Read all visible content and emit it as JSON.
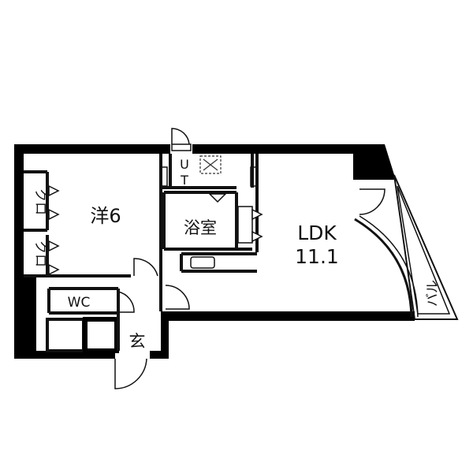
{
  "rooms": {
    "western": "洋6",
    "bath": "浴室",
    "ldk_name": "LDK",
    "ldk_size": "11.1",
    "wc": "WC",
    "entrance": "玄",
    "balcony": "バル",
    "utility_u": "U",
    "utility_t": "T",
    "closet_upper": "クロ",
    "closet_lower": "クロ"
  },
  "colors": {
    "wall": "#000000",
    "line": "#111111",
    "background": "#ffffff"
  }
}
